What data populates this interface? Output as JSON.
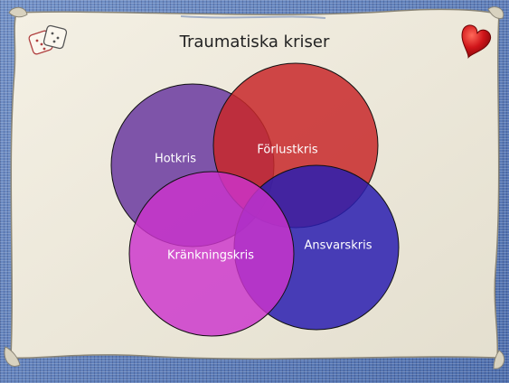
{
  "slide": {
    "title": "Traumatiska kriser"
  },
  "diagram": {
    "type": "venn",
    "sets": [
      {
        "label": "Hotkris",
        "color": "#6a3aa0"
      },
      {
        "label": "Förlustkris",
        "color": "#c8282a"
      },
      {
        "label": "Ansvarskris",
        "color": "#2a1fb0"
      },
      {
        "label": "Kränkningskris",
        "color": "#cc33cc"
      }
    ]
  },
  "icons": [
    "dice-icon",
    "heart-icon"
  ]
}
